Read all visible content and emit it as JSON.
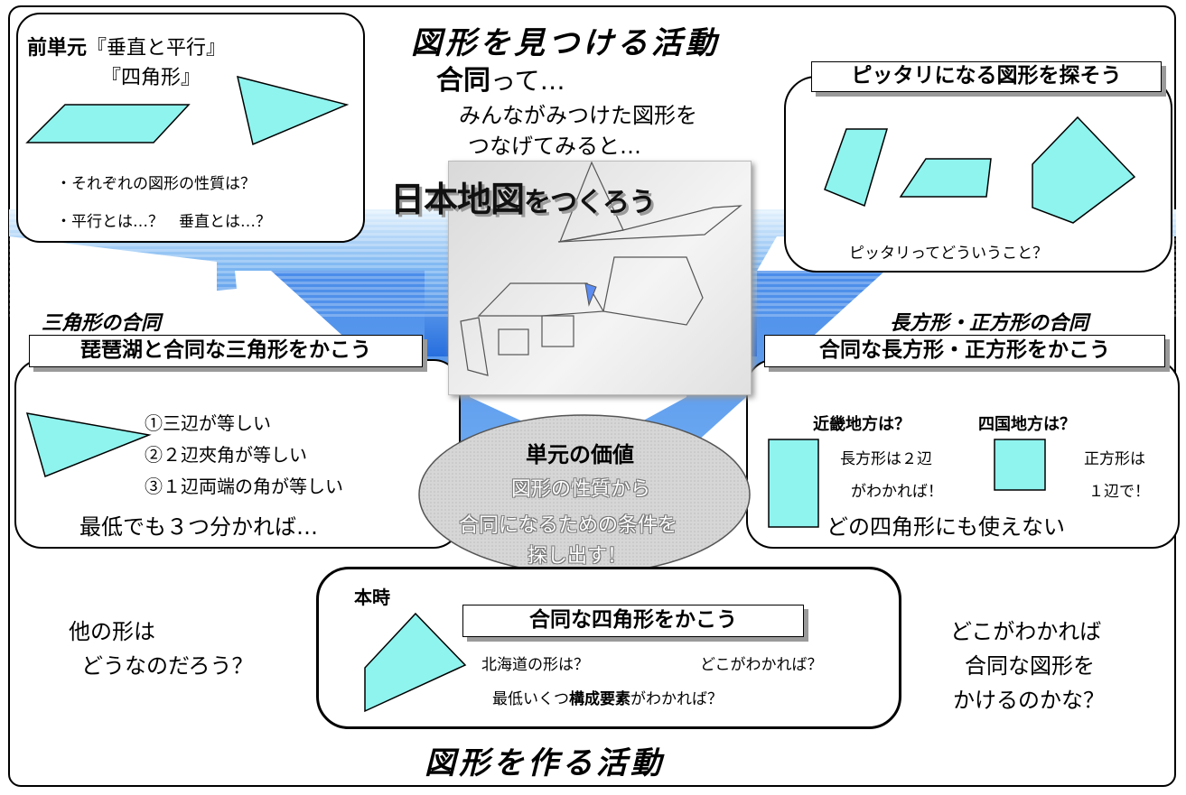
{
  "colors": {
    "shape_fill": "#8ff3ee",
    "band_top": "#1e6fe0",
    "band_light": "#d8eefc",
    "shadow": "#9a9a9a"
  },
  "top_title": "図形を見つける活動",
  "bottom_title": "図形を作る活動",
  "center": {
    "goudou_label": "合同",
    "goudou_suffix": "って…",
    "line1": "みんながみつけた図形を",
    "line2": "つなげてみると…",
    "nihon_chizu": "日本地図",
    "wo_tsukurou": "をつくろう"
  },
  "prev_unit": {
    "label": "前単元",
    "title1": "『垂直と平行』",
    "title2": "『四角形』",
    "q1": "・それぞれの図形の性質は？",
    "q2": "・平行とは…？　垂直とは…？"
  },
  "pittari": {
    "label": "ピッタリになる図形を探そう",
    "question": "ピッタリってどういうこと？"
  },
  "triangle": {
    "heading": "三角形の合同",
    "label": "琵琶湖と合同な三角形をかこう",
    "c1": "①三辺が等しい",
    "c2": "②２辺夾角が等しい",
    "c3": "③１辺両端の角が等しい",
    "summary": "最低でも３つ分かれば…"
  },
  "rect": {
    "heading": "長方形・正方形の合同",
    "label": "合同な長方形・正方形をかこう",
    "kinki": "近畿地方は？",
    "shikoku": "四国地方は？",
    "rect_note1": "長方形は２辺",
    "rect_note2": "がわかれば！",
    "sq_note1": "正方形は",
    "sq_note2": "１辺で！",
    "summary": "どの四角形にも使えない"
  },
  "value": {
    "title": "単元の価値",
    "line1": "図形の性質から",
    "line2": "合同になるための条件を",
    "line3": "探し出す！"
  },
  "honji": {
    "tag": "本時",
    "label": "合同な四角形をかこう",
    "q1": "北海道の形は？",
    "q2": "どこがわかれば？",
    "q3_pre": "最低いくつ",
    "q3_bold": "構成要素",
    "q3_post": "がわかれば？"
  },
  "left_note": {
    "line1": "他の形は",
    "line2": "どうなのだろう？"
  },
  "right_note": {
    "line1": "どこがわかれば",
    "line2": "合同な図形を",
    "line3": "かけるのかな？"
  }
}
